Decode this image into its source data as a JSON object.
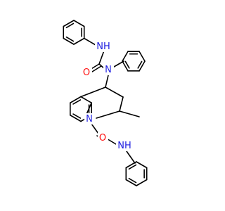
{
  "colors": {
    "bond": "#000000",
    "carbon": "#000000",
    "nitrogen": "#1f1fe0",
    "oxygen": "#ff0d0d",
    "background": "#ffffff"
  },
  "atoms": {
    "nh_top": {
      "text": "NH",
      "element": "N"
    },
    "n_urea": {
      "text": "N",
      "element": "N"
    },
    "o_top": {
      "text": "O",
      "element": "O"
    },
    "n_ring": {
      "text": "N",
      "element": "N"
    },
    "o_bottom": {
      "text": "O",
      "element": "O"
    },
    "nh_bottom": {
      "text": "NH",
      "element": "N"
    }
  }
}
